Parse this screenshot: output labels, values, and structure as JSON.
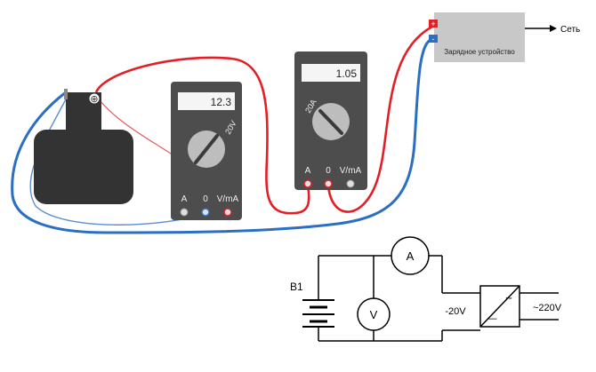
{
  "charger": {
    "label": "Зарядное устройство",
    "plus": "+",
    "minus": "-"
  },
  "network": {
    "label": "Сеть"
  },
  "battery": {
    "terminal_symbol": "⊕"
  },
  "voltmeter": {
    "reading": "12.3",
    "range": "20V",
    "ports": [
      "A",
      "0",
      "V/mA"
    ]
  },
  "ammeter": {
    "reading": "1.05",
    "range": "20A",
    "ports": [
      "A",
      "0",
      "V/mA"
    ]
  },
  "schematic": {
    "battery_label": "B1",
    "ammeter_symbol": "A",
    "voltmeter_symbol": "V",
    "dc_label": "-20V",
    "ac_label": "~220V",
    "converter_ac_glyph": "~",
    "converter_dc_glyph": "—"
  },
  "colors": {
    "meter_body": "#4d4d4d",
    "charger_body": "#c8c8c8",
    "battery_body": "#333333",
    "red_wire": "#e31e24",
    "blue_wire": "#2b6fc4",
    "display_bg": "#f5f5f5"
  }
}
